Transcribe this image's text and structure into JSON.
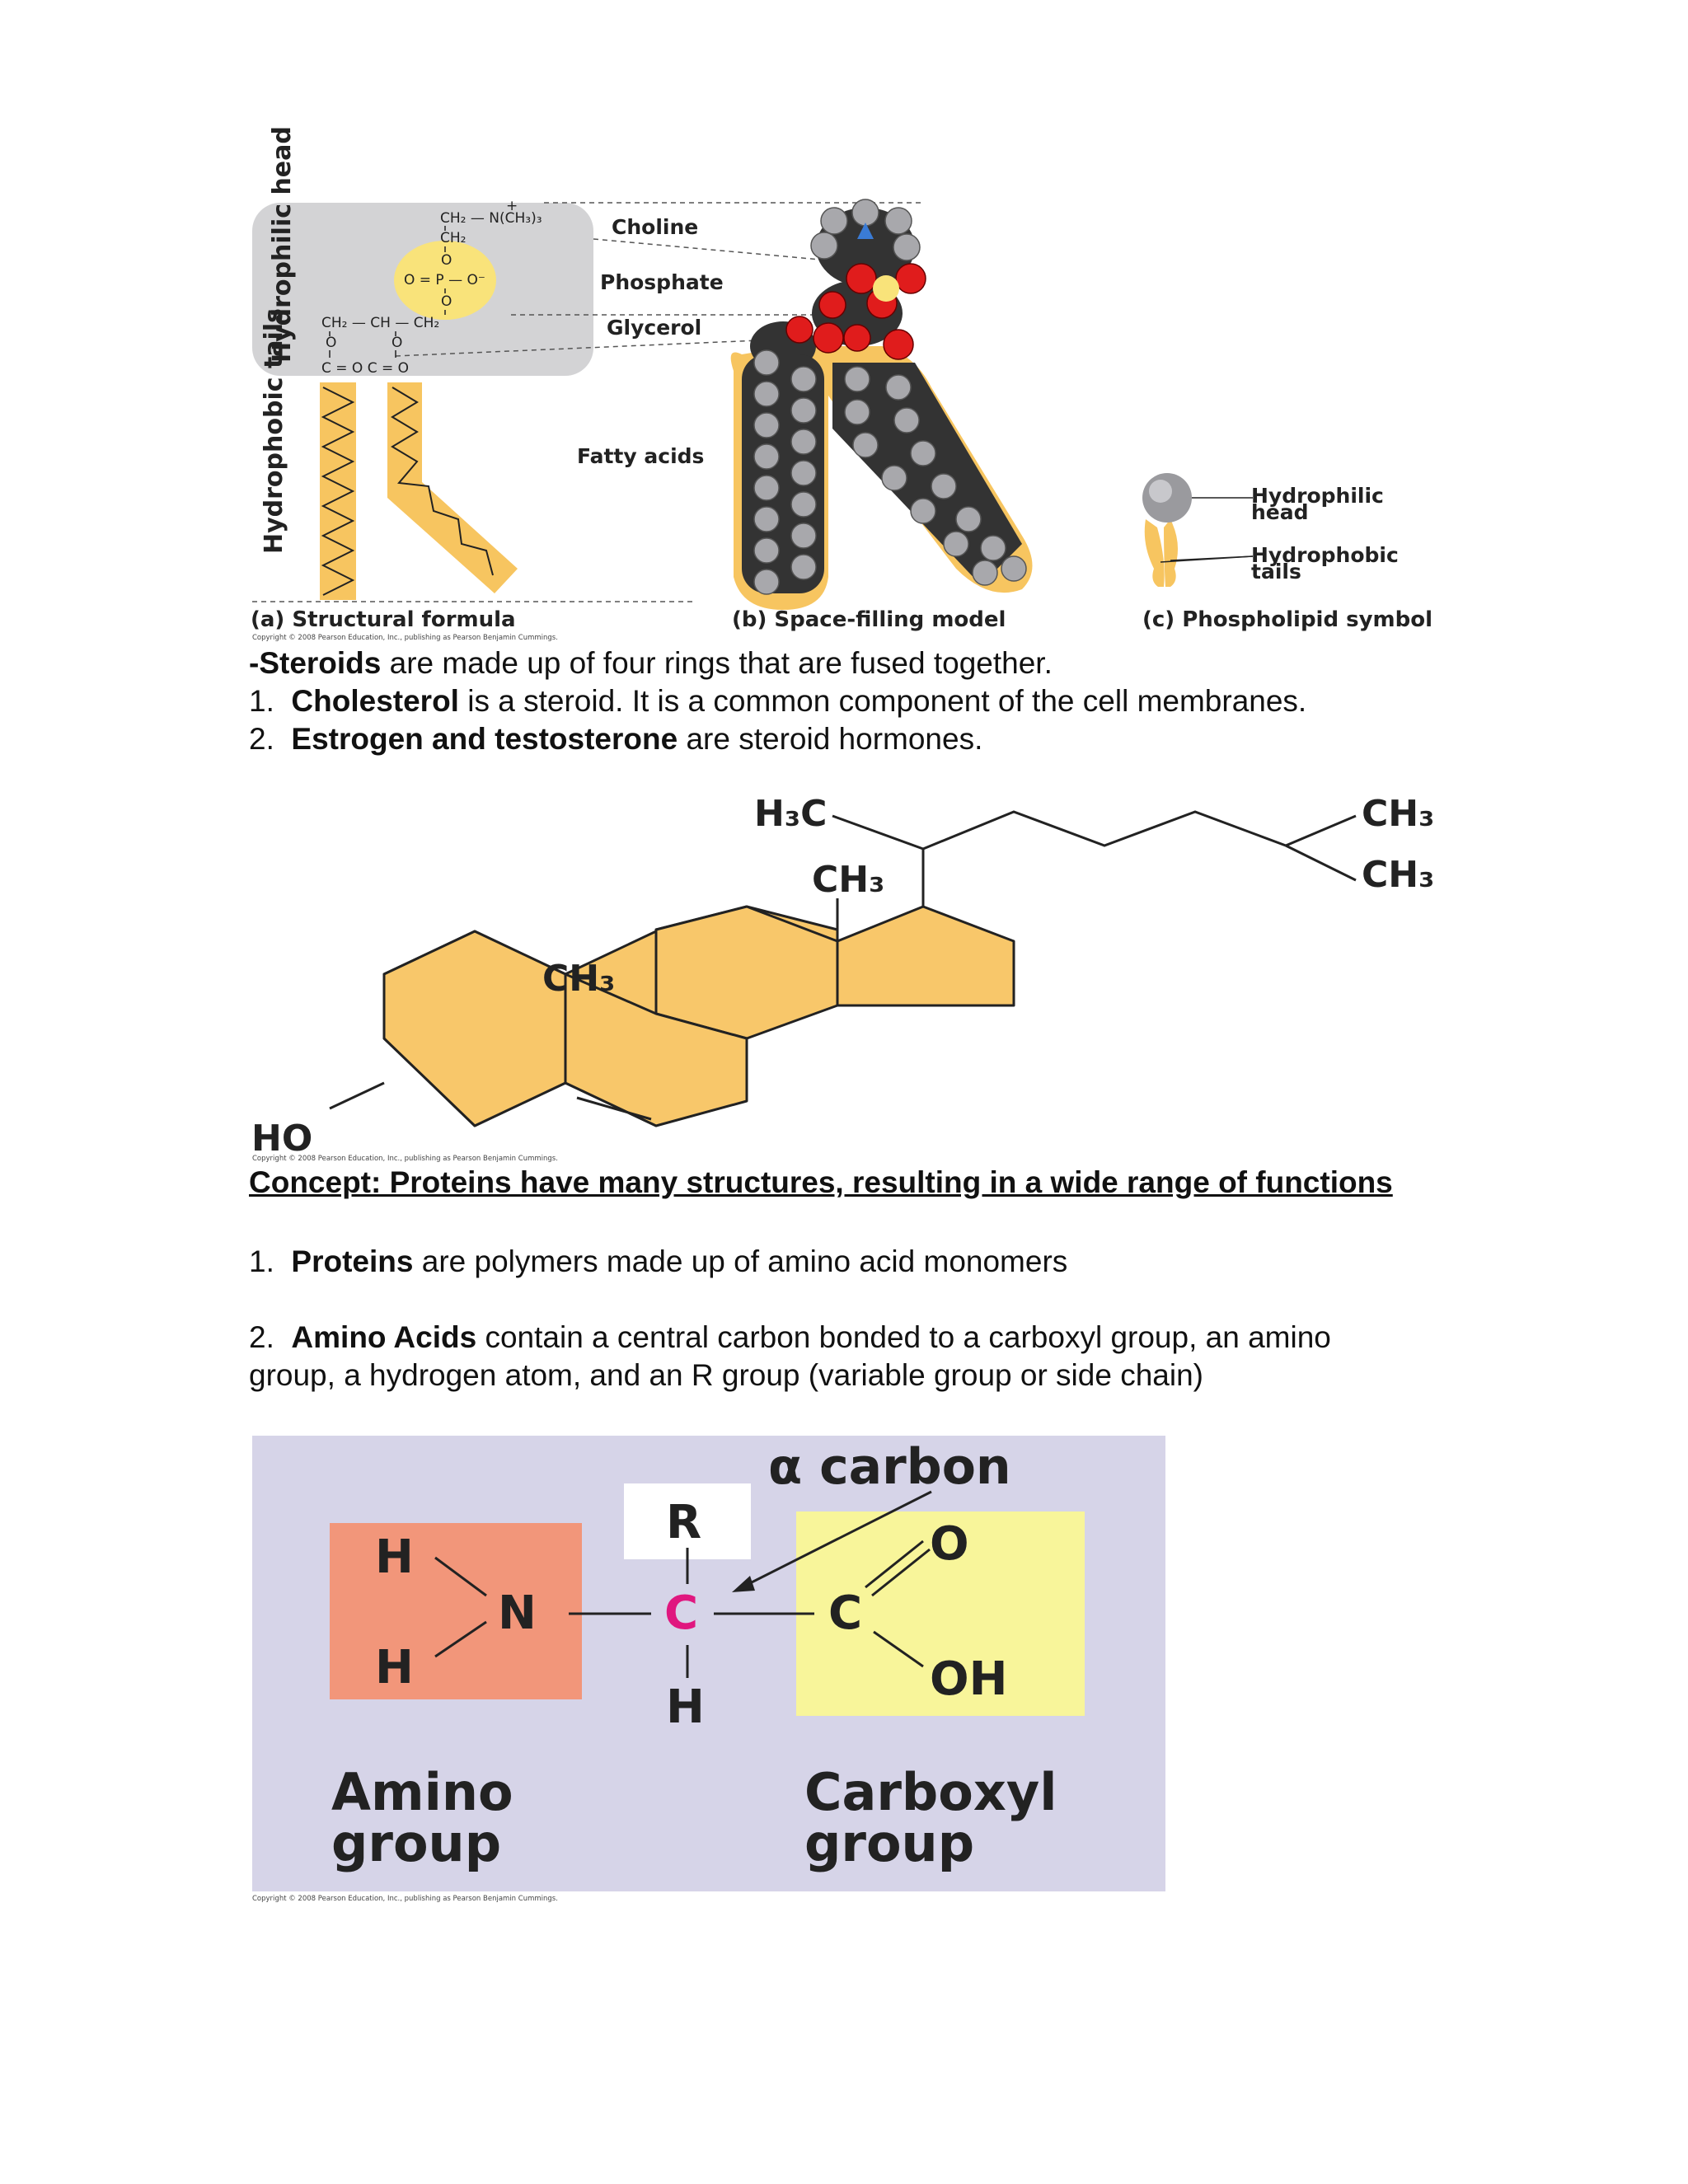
{
  "figure_phospholipid": {
    "labels": {
      "hydrophilic_head": "Hydrophilic head",
      "hydrophobic_tails": "Hydrophobic tails",
      "choline": "Choline",
      "phosphate": "Phosphate",
      "glycerol": "Glycerol",
      "fatty_acids": "Fatty acids",
      "symbol_head_line1": "Hydrophilic",
      "symbol_head_line2": "head",
      "symbol_tails_line1": "Hydrophobic",
      "symbol_tails_line2": "tails"
    },
    "formula": {
      "ch2_n": "CH₂ — N(CH₃)₃",
      "plus": "+",
      "ch2": "CH₂",
      "o_top": "O",
      "phosphate_row": "O = P — O⁻",
      "o_bottom": "O",
      "glycerol_row": "CH₂ — CH — CH₂",
      "o_left": "O",
      "o_mid": "O",
      "carbonyl_row": "C = O   C = O"
    },
    "captions": {
      "a": "(a) Structural formula",
      "b": "(b) Space-filling model",
      "c": "(c) Phospholipid symbol"
    },
    "copyright": "Copyright © 2008 Pearson Education, Inc., publishing as Pearson Benjamin Cummings."
  },
  "steroids": {
    "intro_bold": "-Steroids",
    "intro_rest": " are made up of four rings that are fused together.",
    "item1_num": "1.",
    "item1_bold": "Cholesterol",
    "item1_rest": " is a steroid.  It is a common component of the cell membranes.",
    "item2_num": "2.",
    "item2_bold": "Estrogen and testosterone",
    "item2_rest": " are steroid hormones."
  },
  "figure_cholesterol": {
    "h3c": "H₃C",
    "ch3_side_top": "CH₃",
    "ch3_side_bottom": "CH₃",
    "ch3_upper": "CH₃",
    "ch3_lower": "CH₃",
    "ho": "HO",
    "copyright": "Copyright © 2008 Pearson Education, Inc., publishing as Pearson Benjamin Cummings."
  },
  "proteins": {
    "concept_heading": "Concept:  Proteins have many structures, resulting in a wide range of functions",
    "item1_num": "1.",
    "item1_bold": "Proteins",
    "item1_rest": " are polymers made up of amino acid monomers",
    "item2_num": "2.",
    "item2_bold": "Amino Acids",
    "item2_rest": " contain a central carbon bonded to a carboxyl group, an amino",
    "item2_line2": "group, a hydrogen atom, and an R group (variable group or side chain)"
  },
  "figure_amino_acid": {
    "alpha_carbon": "α carbon",
    "r": "R",
    "h_top": "H",
    "h_bottom": "H",
    "n": "N",
    "c_alpha": "C",
    "c_carboxyl": "C",
    "o": "O",
    "oh": "OH",
    "h_under": "H",
    "amino_line1": "Amino",
    "amino_line2": "group",
    "carboxyl_line1": "Carboxyl",
    "carboxyl_line2": "group",
    "copyright": "Copyright © 2008 Pearson Education, Inc., publishing as Pearson Benjamin Cummings.",
    "colors": {
      "background": "#d6d4e8",
      "amino_box": "#f2967a",
      "carboxyl_box": "#f8f59a",
      "alpha_c": "#e0177f"
    }
  }
}
